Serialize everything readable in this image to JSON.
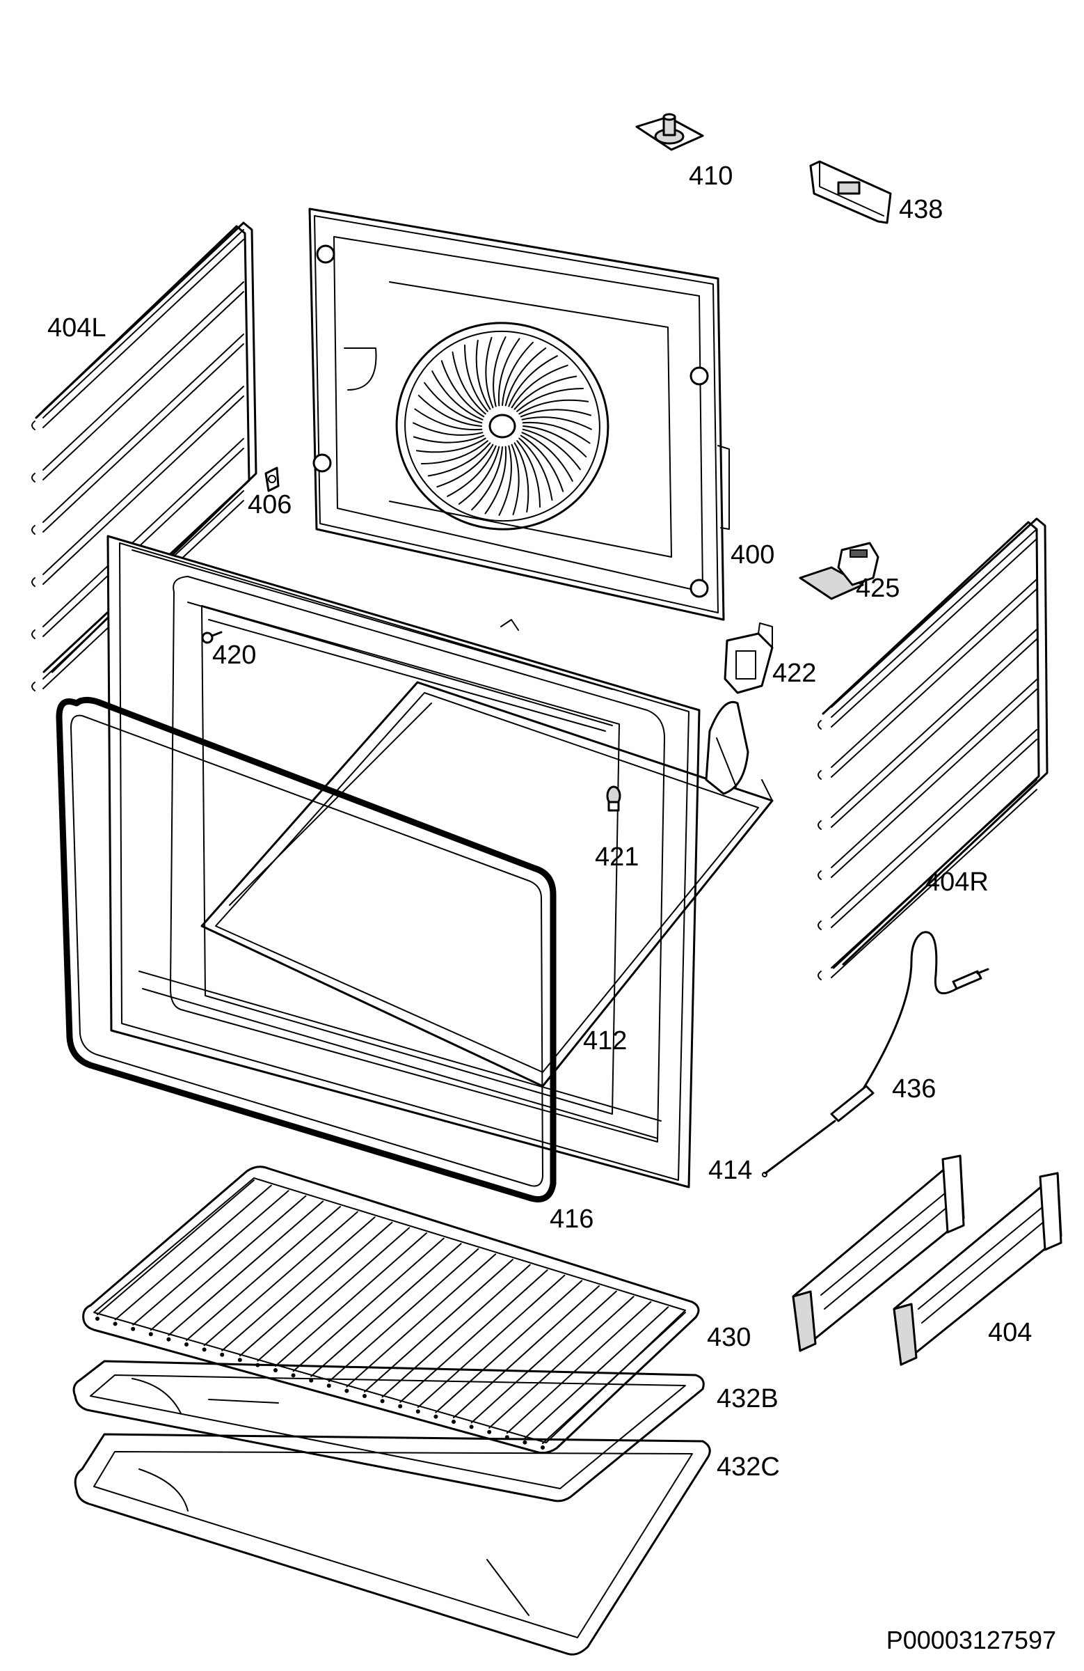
{
  "labels": {
    "p410": "410",
    "p438": "438",
    "p404L": "404L",
    "p406": "406",
    "p400": "400",
    "p425": "425",
    "p420": "420",
    "p422": "422",
    "p421": "421",
    "p404R": "404R",
    "p412": "412",
    "p436": "436",
    "p414": "414",
    "p416": "416",
    "p430": "430",
    "p404": "404",
    "p432B": "432B",
    "p432C": "432C"
  },
  "reference": "P00003127597"
}
